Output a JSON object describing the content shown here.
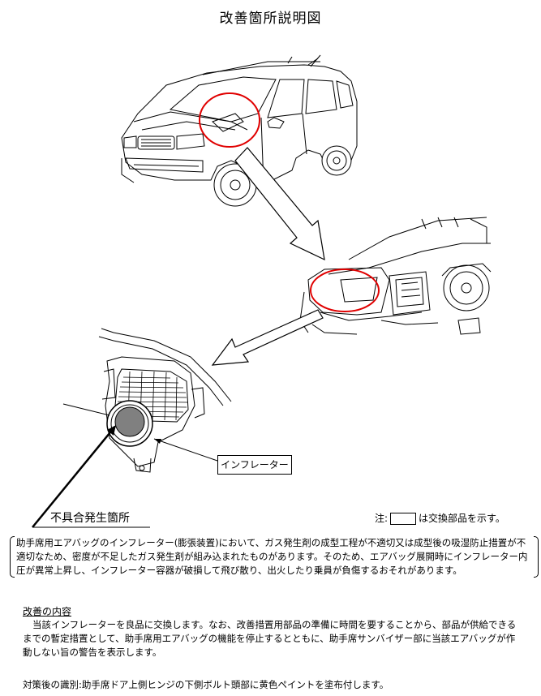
{
  "title": "改善箇所説明図",
  "labels": {
    "inflator": "インフレーター",
    "defect_location": "不具合発生箇所"
  },
  "legend": {
    "prefix": "注:",
    "suffix": "は交換部品を示す。"
  },
  "description": "助手席用エアバッグのインフレーター(膨張装置)において、ガス発生剤の成型工程が不適切又は成型後の吸湿防止措置が不適切なため、密度が不足したガス発生剤が組み込まれたものがあります。そのため、エアバッグ展開時にインフレーター内圧が異常上昇し、インフレーター容器が破損して飛び散り、出火したり乗員が負傷するおそれがあります。",
  "fix": {
    "heading": "改善の内容",
    "body": "当該インフレーターを良品に交換します。なお、改善措置用部品の準備に時間を要することから、部品が供給できるまでの暫定措置として、助手席用エアバッグの機能を停止するとともに、助手席サンバイザー部に当該エアバッグが作動しない旨の警告を表示します。"
  },
  "identification": "対策後の識別:助手席ドア上側ヒンジの下側ボルト頭部に黄色ペイントを塗布付します。",
  "colors": {
    "highlight_circle": "#e00000",
    "inflator_fill": "#808080",
    "line": "#000000"
  }
}
